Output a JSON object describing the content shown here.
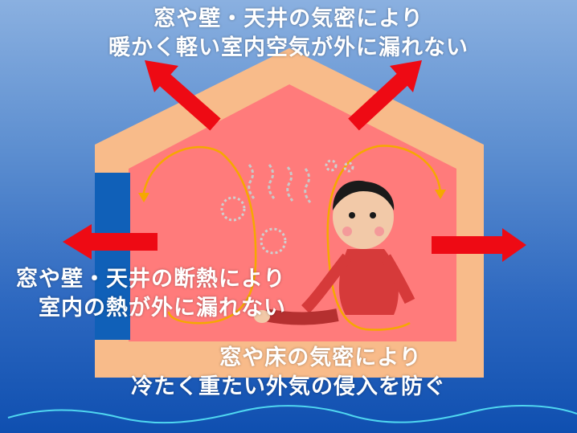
{
  "captions": {
    "top": {
      "line1": "窓や壁・天井の気密により",
      "line2": "暖かく軽い室内空気が外に漏れない"
    },
    "left": {
      "line1": "窓や壁・天井の断熱により",
      "line2": "室内の熱が外に漏れない"
    },
    "bottom": {
      "line1": "窓や床の気密により",
      "line2": "冷たく重たい外気の侵入を防ぐ"
    }
  },
  "colors": {
    "house_shell": "#f8bb8a",
    "interior": "#ff7b7b",
    "window": "#1060b8",
    "arrow": "#ee0a14",
    "airflow": "#f5a800",
    "ground_wave": "#4fd6f0"
  }
}
